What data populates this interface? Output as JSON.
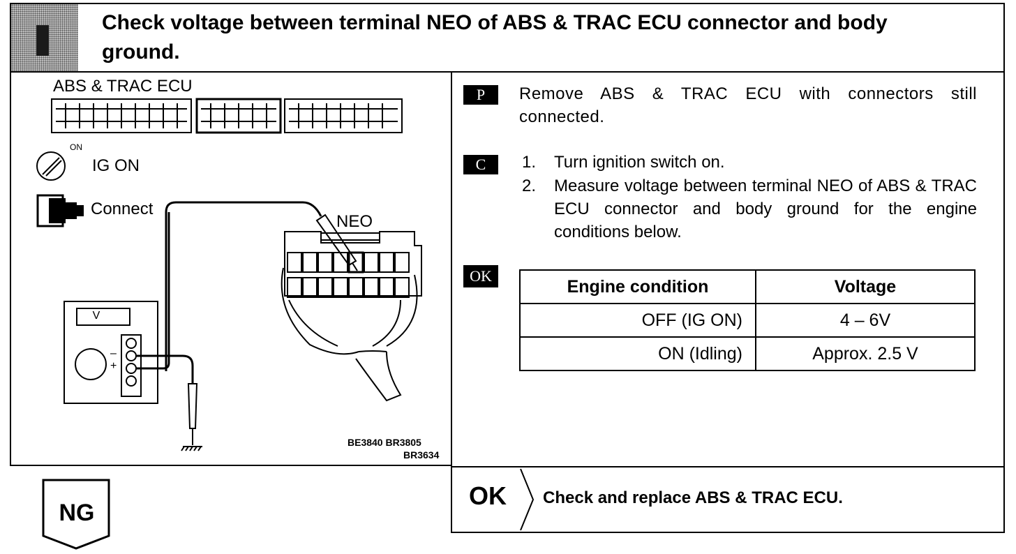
{
  "header": {
    "title": "Check voltage between terminal NEO of ABS & TRAC ECU connector and body ground."
  },
  "diagram": {
    "ecu_label": "ABS & TRAC ECU",
    "switch_on_label": "ON",
    "ig_label": "IG ON",
    "connect_label": "Connect",
    "terminal_label": "NEO",
    "meter_label": "V",
    "minus_label": "–",
    "plus_label": "+",
    "codes_line1": "BE3840   BR3805",
    "codes_line2": "BR3634"
  },
  "procedure": {
    "p_tag": "P",
    "p_text": "Remove ABS & TRAC ECU with connectors still connected.",
    "c_tag": "C",
    "c_steps": [
      {
        "num": "1.",
        "text": "Turn ignition switch on."
      },
      {
        "num": "2.",
        "text": "Measure voltage between terminal NEO of ABS & TRAC ECU connector and body ground for the engine conditions below."
      }
    ],
    "ok_tag": "OK",
    "table": {
      "headers": [
        "Engine condition",
        "Voltage"
      ],
      "rows": [
        [
          "OFF (IG ON)",
          "4 – 6V"
        ],
        [
          "ON (Idling)",
          "Approx. 2.5 V"
        ]
      ]
    }
  },
  "result": {
    "ok_label": "OK",
    "ok_action": "Check and replace ABS & TRAC ECU.",
    "ng_label": "NG"
  }
}
